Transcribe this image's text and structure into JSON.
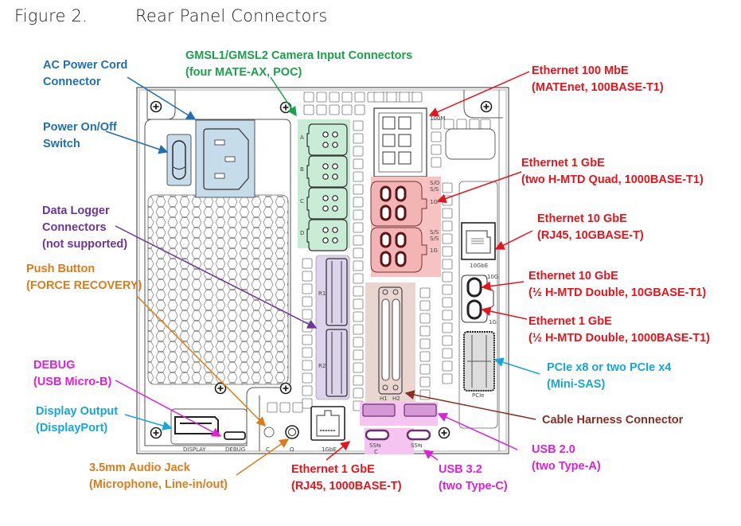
{
  "figure": {
    "number": "Figure 2.",
    "title": "Rear Panel Connectors"
  },
  "colors": {
    "blue": "#1f6fb5",
    "green": "#1aa24b",
    "red": "#e8131b",
    "purple": "#6c35a0",
    "orange": "#e07b1a",
    "magenta": "#e020d8",
    "cyan": "#17a6dc",
    "brown": "#8b2e25",
    "zone_power": "#c7dceb",
    "zone_gmsl": "#c9ecd6",
    "zone_eth1g": "#f7c2c2",
    "zone_logger": "#ddd3ec",
    "zone_harness": "#ead6d1",
    "zone_usb": "#f6c4f0"
  },
  "callouts": [
    {
      "id": "ac-power",
      "lines": [
        "AC Power Cord",
        "Connector"
      ],
      "color": "blue"
    },
    {
      "id": "power-switch",
      "lines": [
        "Power On/Off",
        "Switch"
      ],
      "color": "blue"
    },
    {
      "id": "gmsl",
      "lines": [
        "GMSL1/GMSL2 Camera Input Connectors",
        "(four MATE-AX, POC)"
      ],
      "color": "green"
    },
    {
      "id": "eth-100m",
      "lines": [
        "Ethernet 100 MbE",
        "(MATEnet, 100BASE-T1)"
      ],
      "color": "red"
    },
    {
      "id": "eth-1g-quad",
      "lines": [
        "Ethernet 1 GbE",
        "(two H-MTD Quad, 1000BASE-T1)"
      ],
      "color": "red"
    },
    {
      "id": "data-logger",
      "lines": [
        "Data Logger",
        "Connectors",
        "(not supported)"
      ],
      "color": "purple"
    },
    {
      "id": "eth-10g-rj45",
      "lines": [
        "Ethernet 10 GbE",
        "(RJ45, 10GBASE-T)"
      ],
      "color": "red"
    },
    {
      "id": "push-button",
      "lines": [
        "Push Button",
        "(FORCE RECOVERY)"
      ],
      "color": "orange"
    },
    {
      "id": "eth-10g-hmtd",
      "lines": [
        "Ethernet 10 GbE",
        "(½ H-MTD Double, 10GBASE-T1)"
      ],
      "color": "red"
    },
    {
      "id": "eth-1g-hmtd",
      "lines": [
        "Ethernet 1 GbE",
        "(½ H-MTD Double, 1000BASE-T1)"
      ],
      "color": "red"
    },
    {
      "id": "debug",
      "lines": [
        "DEBUG",
        "(USB Micro-B)"
      ],
      "color": "magenta"
    },
    {
      "id": "pcie",
      "lines": [
        "PCIe x8 or two PCIe x4",
        "(Mini-SAS)"
      ],
      "color": "cyan"
    },
    {
      "id": "display",
      "lines": [
        "Display Output",
        "(DisplayPort)"
      ],
      "color": "cyan"
    },
    {
      "id": "cable-harness",
      "lines": [
        "Cable Harness Connector"
      ],
      "color": "brown"
    },
    {
      "id": "usb2",
      "lines": [
        "USB 2.0",
        "(two Type-A)"
      ],
      "color": "magenta"
    },
    {
      "id": "audio",
      "lines": [
        "3.5mm Audio Jack",
        "(Microphone, Line-in/out)"
      ],
      "color": "orange"
    },
    {
      "id": "eth-1g-rj45",
      "lines": [
        "Ethernet 1 GbE",
        "(RJ45, 1000BASE-T)"
      ],
      "color": "red"
    },
    {
      "id": "usb3",
      "lines": [
        "USB 3.2",
        "(two Type-C)"
      ],
      "color": "magenta"
    }
  ],
  "panel_labels": {
    "gmsl_ports": [
      "A",
      "B",
      "C",
      "D"
    ],
    "eth_100m": "100M",
    "eth_quad_top": [
      "S/O",
      "S/S",
      "1G"
    ],
    "eth_quad_bottom": [
      "S/S",
      "S/S",
      "1G"
    ],
    "eth_10gbe": "10GbE",
    "hmtd_10g": "10G",
    "hmtd_1g": "1G",
    "logger_ports": [
      "R1",
      "R2"
    ],
    "harness_ports": [
      "H1",
      "H2"
    ],
    "pcie": "PCIe",
    "display": "DISPLAY",
    "debug": "DEBUG",
    "eth_1gbe": "1GbE",
    "usb_c_symbol": "SS⇆",
    "usb_c_letter": "C"
  }
}
